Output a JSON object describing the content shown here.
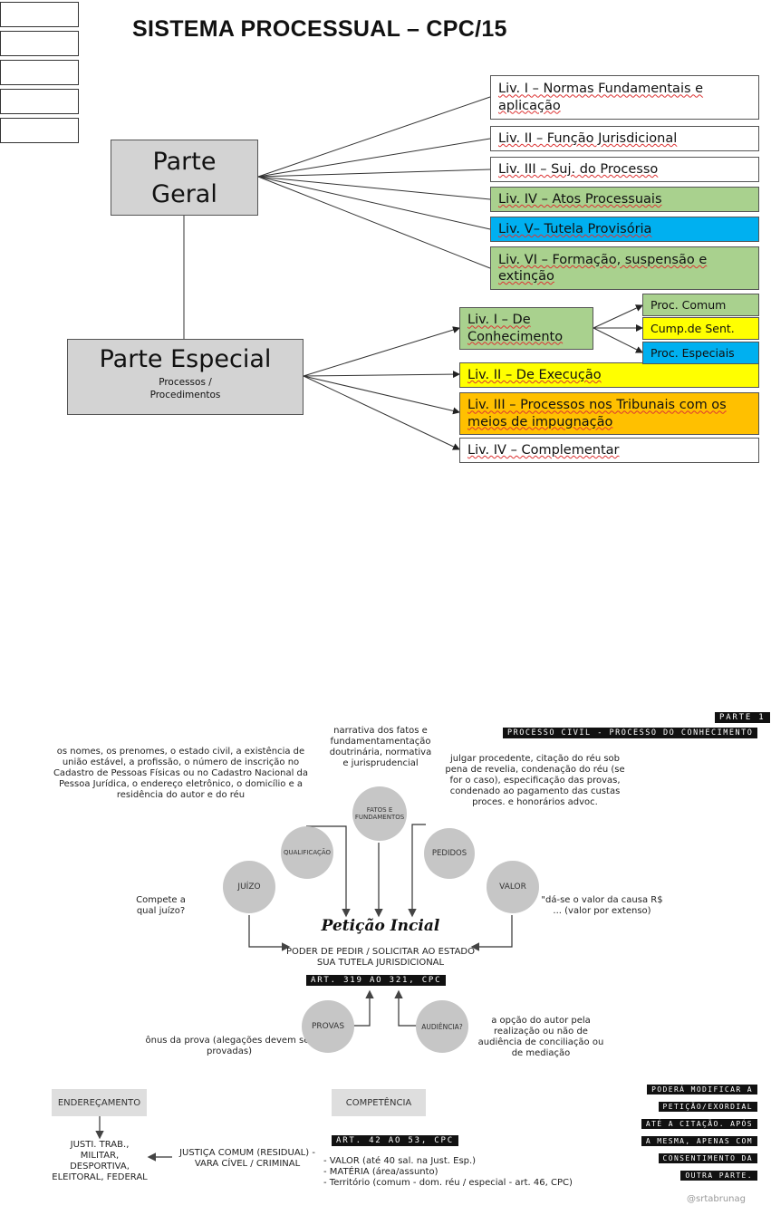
{
  "title": "SISTEMA PROCESSUAL – CPC/15",
  "parte_geral": {
    "line1": "Parte",
    "line2": "Geral"
  },
  "parte_especial": {
    "title": "Parte  Especial",
    "sub1": "Processos /",
    "sub2": "Procedimentos"
  },
  "geral_books": [
    {
      "label": "Liv. I – Normas Fundamentais e aplicação"
    },
    {
      "label": "Liv. II – Função Jurisdicional"
    },
    {
      "label": "Liv. III – Suj. do Processo"
    },
    {
      "label": "Liv. IV – Atos Processuais"
    },
    {
      "label": "Liv. V– Tutela Provisória"
    },
    {
      "label": "Liv. VI – Formação, suspensão e extinção"
    }
  ],
  "especial_books": [
    {
      "label": "Liv. I – De Conhecimento"
    },
    {
      "label": "Liv. II – De Execução"
    },
    {
      "label": "Liv. III – Processos  nos Tribunais com os meios de impugnação"
    },
    {
      "label": "Liv. IV – Complementar"
    }
  ],
  "conhecimento_subs": [
    {
      "label": "Proc. Comum"
    },
    {
      "label": "Cump.de Sent."
    },
    {
      "label": "Proc. Especiais"
    }
  ],
  "part1_label": "PARTE 1",
  "part1_sub": "PROCESSO CIVIL - PROCESSO DO CONHECIMENTO",
  "peticao": {
    "title": "Petição Incial",
    "line1": "PODER DE PEDIR / SOLICITAR AO ESTADO",
    "line2": "SUA TUTELA JURISDICIONAL",
    "articles": "ART. 319 AO 321, CPC"
  },
  "circles": {
    "juizo": "JUÍZO",
    "qualificacao": "QUALIFICAÇÃO",
    "fatos": "FATOS E FUNDAMENTOS",
    "pedidos": "PEDIDOS",
    "valor": "VALOR",
    "provas": "PROVAS",
    "audiencia": "AUDIÊNCIA?"
  },
  "notes": {
    "fatos": "narrativa dos fatos e fundamentamentação doutrinária, normativa e jurisprudencial",
    "qualificacao": "os nomes, os prenomes, o estado civil, a existência de união estável, a profissão, o número de inscrição no Cadastro de Pessoas Físicas ou no Cadastro Nacional da Pessoa Jurídica, o endereço eletrônico, o domicílio e a residência do autor e do réu",
    "pedidos": "julgar procedente, citação do réu sob pena de revelia, condenação do réu (se for o caso), especificação das provas, condenado ao pagamento das custas proces. e honorários advoc.",
    "juizo": "Compete a qual juízo?",
    "valor": "\"dá-se o valor da causa R$ ... (valor por extenso)",
    "provas": "ônus da prova (alegações devem ser provadas)",
    "audiencia": "a opção do autor pela realização ou não de audiência de conciliação ou de mediação"
  },
  "enderecamento": {
    "label": "ENDEREÇAMENTO",
    "courts": "JUSTI. TRAB., MILITAR, DESPORTIVA, ELEITORAL, FEDERAL",
    "comum": "JUSTIÇA COMUM (RESIDUAL) - VARA CÍVEL / CRIMINAL"
  },
  "competencia": {
    "label": "COMPETÊNCIA",
    "articles": "ART. 42 AO 53, CPC",
    "items": [
      "- VALOR (até 40 sal. na Just. Esp.)",
      "- MATÉRIA (área/assunto)",
      "- Território (comum - dom. réu / especial - art. 46, CPC)"
    ]
  },
  "modificar": {
    "lines": [
      "PODERÁ MODIFICAR A",
      "PETIÇÃO/EXORDIAL",
      "ATÉ A CITAÇÃO. APÓS",
      "A MESMA, APENAS COM",
      "CONSENTIMENTO DA",
      "OUTRA PARTE."
    ]
  },
  "watermark": "@srtabrunag"
}
